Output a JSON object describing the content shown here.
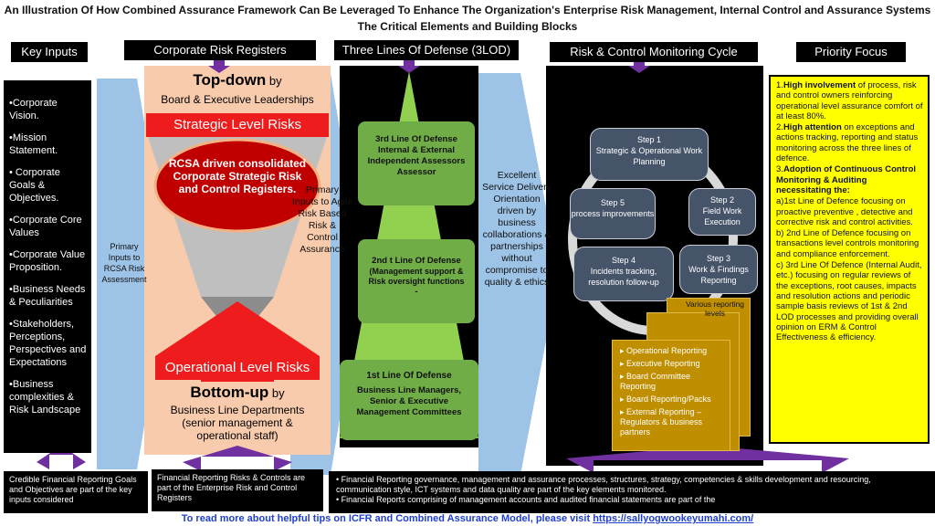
{
  "title": {
    "line1": "An Illustration Of How Combined Assurance Framework  Can Be Leveraged To Enhance The Organization's Enterprise Risk Management, Internal Control and Assurance Systems",
    "line2": "The Critical  Elements and Building  Blocks"
  },
  "headers": {
    "key_inputs": "Key Inputs",
    "corporate_risk": "Corporate Risk Registers",
    "three_lines": "Three Lines Of Defense  (3LOD)",
    "monitoring_cycle": "Risk & Control Monitoring Cycle",
    "priority_focus": "Priority Focus"
  },
  "key_inputs": [
    "•Corporate Vision.",
    "•Mission Statement.",
    "• Corporate Goals & Objectives.",
    "•Corporate Core Values",
    "•Corporate Value Proposition.",
    "•Business Needs & Peculiarities",
    "•Stakeholders, Perceptions, Perspectives and Expectations",
    "•Business complexities & Risk Landscape"
  ],
  "arrow_labels": {
    "rcsa_inputs": "Primary Inputs to RCSA Risk Assessment",
    "agile_inputs": "Primary Inputs to Agile Risk Based Risk & Control Assurance",
    "service": "Excellent Service Delivery Orientation driven by business collaborations & partnerships without compromise to quality & ethics"
  },
  "corporate": {
    "topdown_bold": "Top-down",
    "topdown_by": " by",
    "topdown_sub": "Board & Executive Leaderships",
    "strategic": "Strategic Level Risks",
    "rcsa": "RCSA driven consolidated Corporate Strategic Risk and Control Registers.",
    "operational": "Operational Level Risks",
    "bottomup_bold": "Bottom-up",
    "bottomup_by": " by",
    "bottomup_sub": "Business Line Departments (senior management & operational staff)"
  },
  "lod": {
    "third": "3rd Line Of Defense Internal & External Independent Assessors Assessor",
    "second": "2nd t Line Of Defense",
    "second_sub": "(Management  support & Risk oversight functions",
    "second_dash": "-",
    "first": "1st Line Of Defense",
    "first_sub": "Business Line  Managers, Senior & Executive Management Committees"
  },
  "cycle": {
    "step1": "Step 1\nStrategic & Operational Work Planning",
    "step2": "Step 2\nField Work Execution",
    "step3": "Step 3\nWork & Findings Reporting",
    "step4": "Step 4\nIncidents tracking, resolution follow-up",
    "step5": "Step 5\nprocess improvements",
    "reporting_levels": "Various reporting levels",
    "reports": [
      "Operational Reporting",
      "Executive Reporting",
      "Board Committee Reporting",
      "Board Reporting/Packs",
      "External Reporting – Regulators & business partners"
    ]
  },
  "priority": {
    "i1_bold": "High involvement",
    "i1_rest": " of process, risk and control owners reinforcing  operational level assurance comfort of at least 80%.",
    "i2_bold": "High attention",
    "i2_rest": " on exceptions and actions tracking, reporting and status monitoring across the three lines of defence.",
    "i3_bold": "Adoption of Continuous Control Monitoring & Auditing necessitating the:",
    "a": "a)1st Line of Defence   focusing on proactive preventive  , detective and corrective risk and control activities.",
    "b": "b)  2nd Line of Defence focusing on transactions level controls monitoring and compliance enforcement.",
    "c": "c) 3rd Line Of Defence (Internal Audit, etc.) focusing on regular reviews of the exceptions, root causes, impacts and resolution actions and periodic sample basis reviews of 1st & 2nd LOD processes and providing overall opinion on  ERM & Control Effectiveness & efficiency."
  },
  "bottom": {
    "box1": "Credible Financial Reporting Goals and Objectives are part of the key inputs considered",
    "box2": "Financial Reporting Risks & Controls are part of the  Enterprise Risk and Control Registers",
    "box3_b1": "Financial Reporting governance,  management  and assurance processes, structures, strategy, competencies & skills development and resourcing, communication style, ICT systems  and data quality are part of the key elements monitored.",
    "box3_b2": "Financial Reports comprising of management accounts and audited financial statements are part of the"
  },
  "footer": {
    "text": "To read more  about helpful tips on ICFR and Combined Assurance Model, please visit ",
    "link": "https://sallyogwookeyumahi.com/"
  },
  "colors": {
    "purple": "#7030a0",
    "red": "#ee1c1c",
    "peach": "#f8cbad",
    "light_blue": "#9dc3e6",
    "green": "#70ad47",
    "yellow": "#ffff00",
    "gold": "#bf8f00",
    "slate": "#46546a",
    "link_blue": "#1f3fd0"
  }
}
